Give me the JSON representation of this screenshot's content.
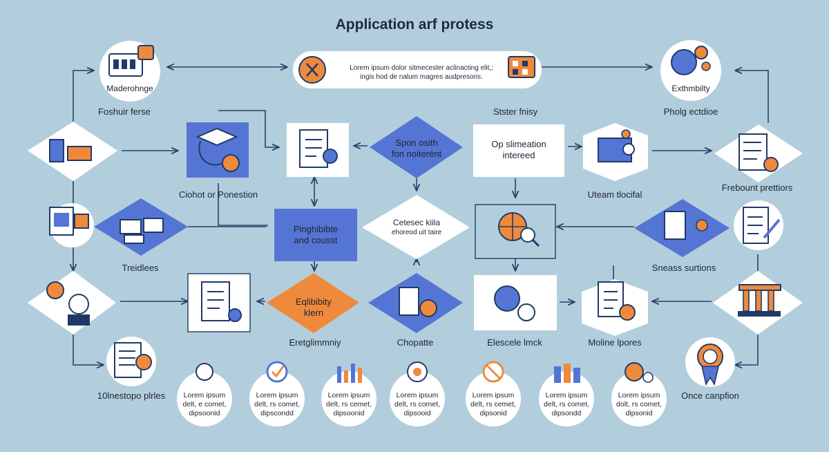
{
  "title": "Application arf protess",
  "banner": {
    "line1": "Lorem ipsum dolor sitmecester aclinacting elit,;",
    "line2": "ingis hod de nalum magres audpresoris."
  },
  "labels": {
    "top_left_circle": "Maderohnge",
    "top_right_circle": "Exthmbilty",
    "foshuir": "Foshuir ferse",
    "sister": "Stster fnisy",
    "pholg": "Pholg ectdioe",
    "cichot": "Ciohot or Ponestion",
    "uteam": "Uteam tlocifal",
    "frebount": "Frebount prettiors",
    "treidlees": "Treidlees",
    "sneass": "Sneass surtions",
    "eretglim": "Eretglimmniy",
    "chopatte": "Chopatte",
    "elescele": "Elescele lmck",
    "moline": "Moline lpores",
    "nestopo": "10lnestopo plrles",
    "once": "Once canpfion"
  },
  "boxes": {
    "spon_line1": "Spon osith",
    "spon_line2": "fon noiterént",
    "op_line1": "Op slimeation",
    "op_line2": "intereed",
    "ping_line1": "Pinghibibte",
    "ping_line2": "and cousst",
    "cetesec_line1": "Cetesec kiila",
    "cetesec_line2": "ehoreod uit taire",
    "equ_line1": "Eqlibibity",
    "equ_line2": "klern"
  },
  "circles": [
    {
      "l1": "Lorem ipsum",
      "l2": "delt, e comet,",
      "l3": "dipsoonid"
    },
    {
      "l1": "Lorem ipsum",
      "l2": "delt, rs comet,",
      "l3": "dipscondd"
    },
    {
      "l1": "Lorem ipsum",
      "l2": "delt, rs cemet,",
      "l3": "dipsoonid"
    },
    {
      "l1": "Lorem ipsum",
      "l2": "delt, rs comet,",
      "l3": "dipsooid"
    },
    {
      "l1": "Lorem ipsum",
      "l2": "delt, rs cemet,",
      "l3": "dipsonid"
    },
    {
      "l1": "Lorem ipsum",
      "l2": "delt, rs comet,",
      "l3": "dipsondd"
    },
    {
      "l1": "Lorem ipsum",
      "l2": "dolt, rs comet,",
      "l3": "dipsonid"
    }
  ],
  "colors": {
    "background": "#b2cedc",
    "blue": "#5575d4",
    "orange": "#ef8a3c",
    "navy": "#1f3a68",
    "white": "#ffffff"
  }
}
